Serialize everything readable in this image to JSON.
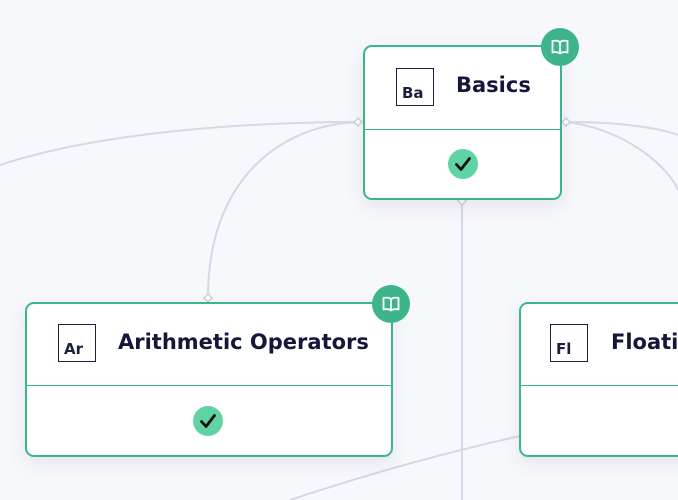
{
  "nodes": {
    "basics": {
      "abbr": "Ba",
      "title": "Basics",
      "status": "completed",
      "has_lesson_badge": true
    },
    "arithmetic_operators": {
      "abbr": "Ar",
      "title": "Arithmetic Operators",
      "status": "completed",
      "has_lesson_badge": true
    },
    "floating": {
      "abbr": "Fl",
      "title": "Floatin",
      "status": "",
      "has_lesson_badge": false
    }
  },
  "colors": {
    "background": "#f7f8fc",
    "accent": "#3db48a",
    "check_fill": "#5fd3a4",
    "edge": "#d3d9e6",
    "title_text": "#14163a"
  },
  "icons": {
    "lesson_badge": "open-book-icon",
    "status": "checkmark-icon"
  }
}
